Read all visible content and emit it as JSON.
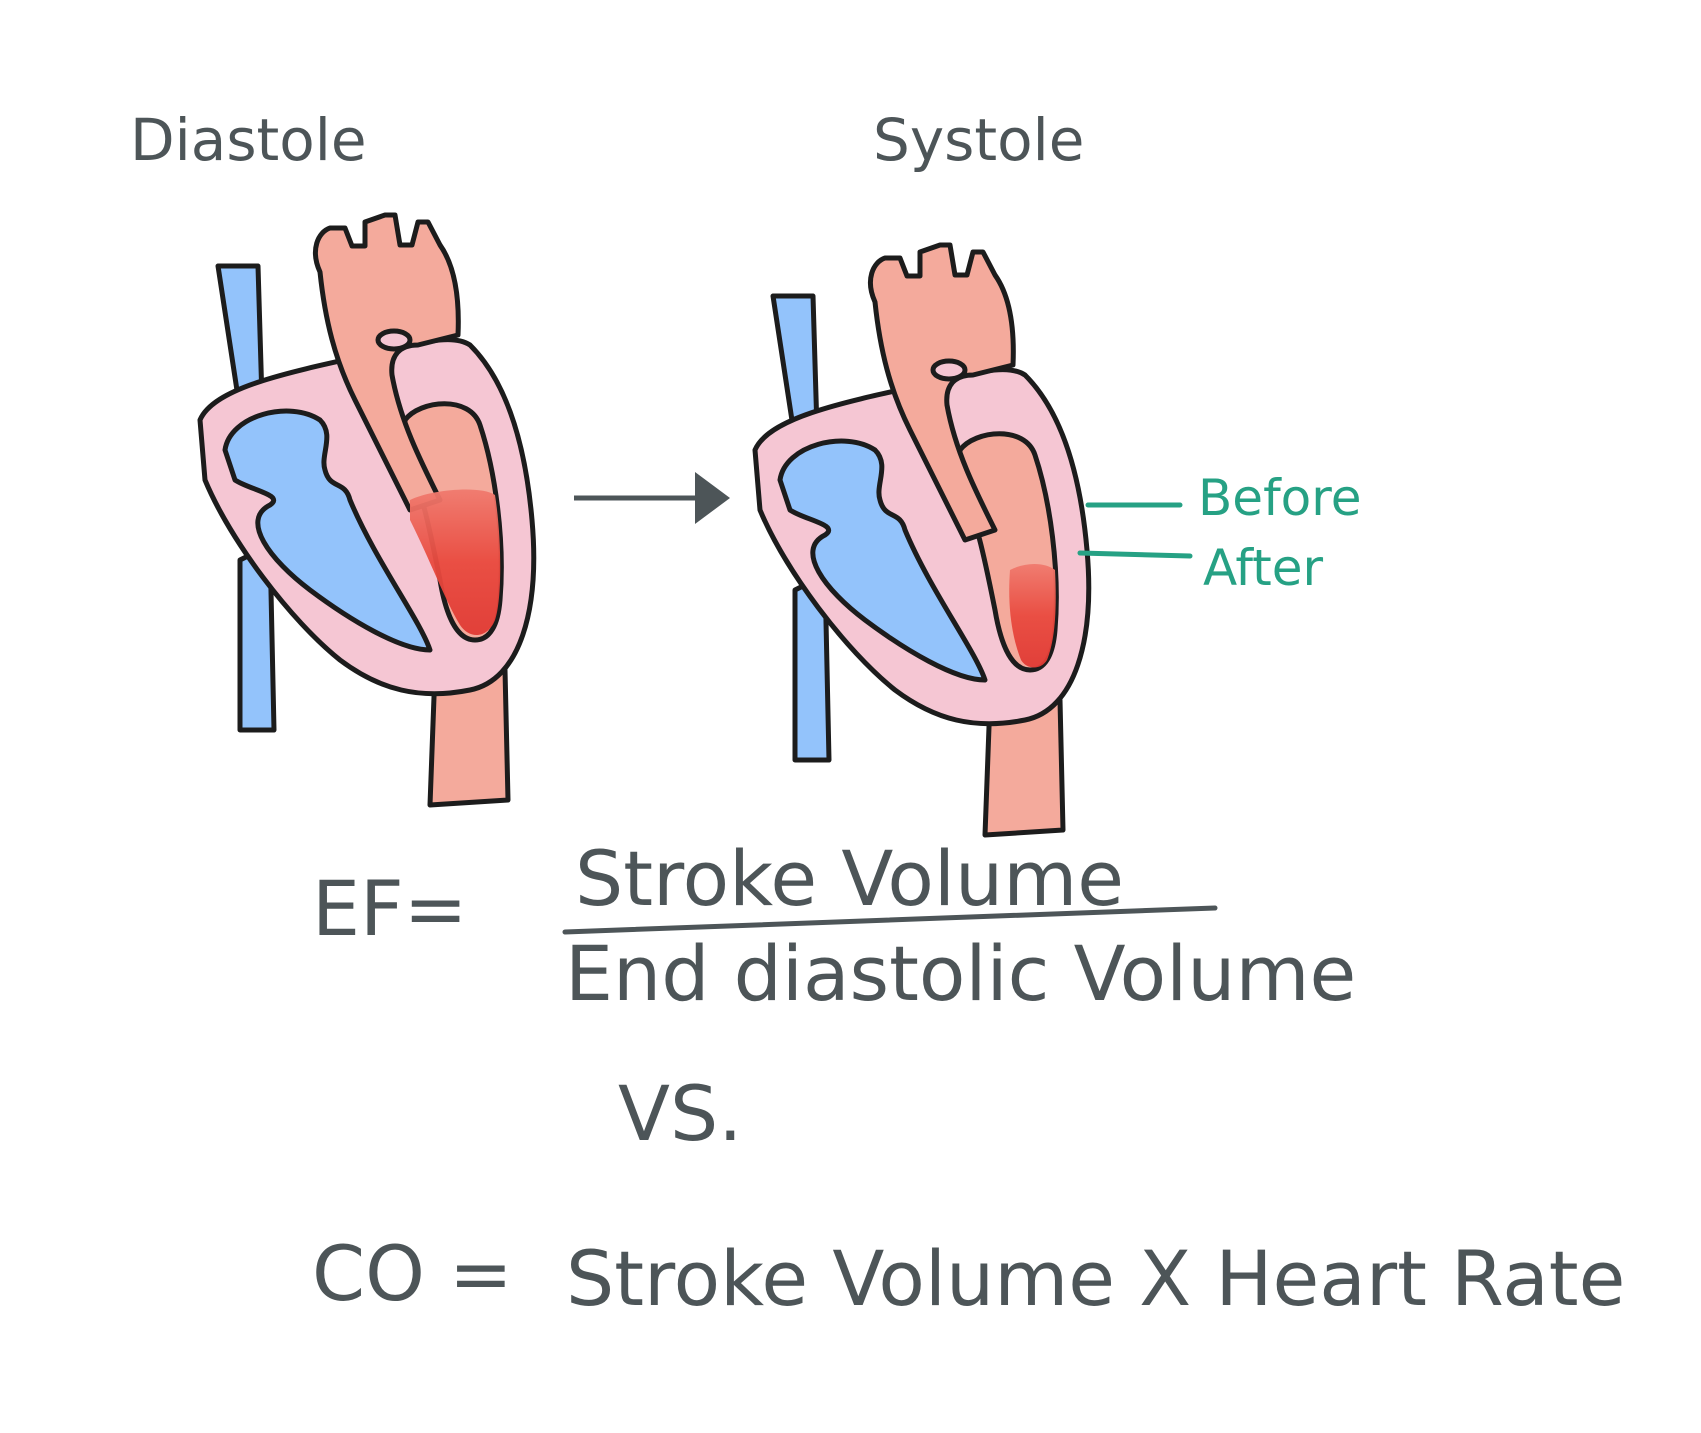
{
  "titles": {
    "left": "Diastole",
    "right": "Systole"
  },
  "labels": {
    "before": "Before",
    "after": "After"
  },
  "equations": {
    "ef_lhs": "EF=",
    "ef_numerator": "Stroke Volume",
    "ef_denominator": "End diastolic Volume",
    "versus": "VS.",
    "co_lhs": "CO =",
    "co_rhs": "Stroke Volume X Heart Rate"
  },
  "colors": {
    "vein_blue": "#93c3fb",
    "artery_salmon": "#f4aa9c",
    "wall_pink": "#f5c6d3",
    "blood_red": "#e8433a",
    "annotation_teal": "#26a184",
    "ink": "#4d5558",
    "outline": "#1c1c1c"
  }
}
